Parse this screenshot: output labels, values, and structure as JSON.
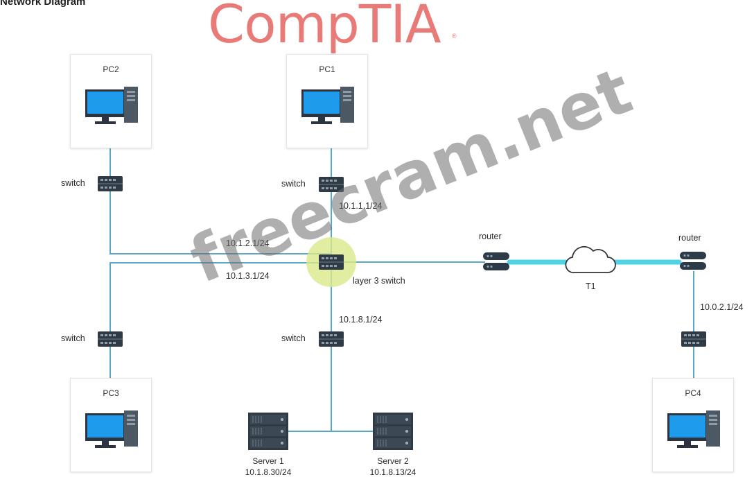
{
  "page_title": "Network Diagram",
  "logo": {
    "text": "CompTIA",
    "reg": "®"
  },
  "watermark": "freecram.net",
  "nodes": {
    "pc1": "PC1",
    "pc2": "PC2",
    "pc3": "PC3",
    "pc4": "PC4",
    "switch_label": "switch",
    "router_label": "router",
    "l3_switch": "layer 3 switch",
    "cloud": "T1",
    "server1": {
      "name": "Server 1",
      "ip": "10.1.8.30/24"
    },
    "server2": {
      "name": "Server 2",
      "ip": "10.1.8.13/24"
    }
  },
  "ips": {
    "pc1_link": "10.1.1.1/24",
    "pc2_link": "10.1.2.1/24",
    "pc3_link": "10.1.3.1/24",
    "server_link": "10.1.8.1/24",
    "pc4_link": "10.0.2.1/24"
  },
  "colors": {
    "link": "#5aa8c8",
    "t1_link": "#4fd2e6",
    "highlight": "#d9e98a",
    "logo": "#e87a78"
  }
}
